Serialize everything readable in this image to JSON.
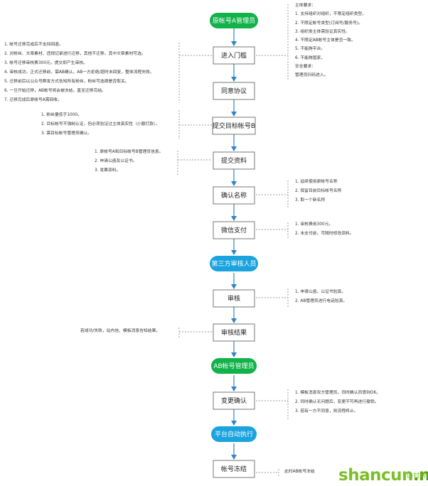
{
  "nodes": {
    "start": "原帐号A管理员",
    "enter": "进入门槛",
    "agree": "同意协议",
    "submit_target": "提交目标帐号B",
    "submit_docs": "提交资料",
    "confirm_name": "确认名称",
    "wechat_pay": "微信支付",
    "third_party": "第三方审核人员",
    "review": "审核",
    "review_result": "审核结果",
    "ab_admin": "AB帐号管理员",
    "change_confirm": "变更确认",
    "platform_auto": "平台自动执行",
    "freeze": "帐号冻结"
  },
  "notes": {
    "enter_left": [
      "1. 帐号迁移完成后不支持回退。",
      "2. 对粉丝、文章素材、违规记录进行迁移，其他不迁移。其中文章素材可选。",
      "3. 帐号迁移审核费300元，提交即产生审核。",
      "4. 审核成功，正式迁移前，需AB确认。AB一方拒绝/超时未回复，整体流程失败。",
      "5. 迁移前后以公众号群发方式告知所有粉丝，粉丝可选择是否取关。",
      "6. 一旦开始迁移，AB帐号将会被冻结，直至迁移完结。",
      "7. 迁移完成后原帐号A需回收。"
    ],
    "enter_right": [
      "主体要求：",
      "1. 支持组织对组织，不限定组织类型。",
      "2. 不限定帐号类型(订阅号/服务号)。",
      "3. 组织类主体需验证真实性。",
      "4. 不限定AB帐号主体是否一致。",
      "5. 不能跨平台。",
      "6. 不能跨国家。",
      "安全要求：",
      "管理员扫码进入。"
    ],
    "target_left": [
      "1. 粉丝量低于1000。",
      "2. 目标帐号不强制认证，但必须验证过主体真实性（小额打款）。",
      "3. 需目标帐号管理员确认。"
    ],
    "docs_left": [
      "1. 原帐号A和目标帐号B管理员信息。",
      "2. 申请公函及公证书。",
      "3. 发票资料。"
    ],
    "name_right": [
      "1. 延续使用原帐号名称",
      "2. 保留目前目标帐号名称",
      "3. 取一个新名称"
    ],
    "pay_right": [
      "1. 审核费用300元。",
      "2. 未支付前，可随时修改资料。"
    ],
    "review_right": [
      "1. 申请公函、公证书验真。",
      "2. AB管理员进行电话验真。"
    ],
    "result_left": [
      "若成功/失败，站内信、模板消息告知结果。"
    ],
    "change_right": [
      "1. 模板消息双方管理员，同时确认同意则OK。",
      "2. 同时确认无问题后，变更不可再进行撤销。",
      "3. 若有一方不同意，则流程终止。"
    ],
    "freeze_right": [
      "此时AB帐号冻结"
    ]
  },
  "watermark": {
    "brand": "shancun",
    "tld": ".net",
    "cn": "山村网"
  },
  "colors": {
    "start": "#11b24a",
    "third_party": "#1aa3df",
    "platform": "#1aa3df",
    "arrow": "#2f86c8",
    "box_stroke": "#555555",
    "watermark": "#7bbf2a"
  }
}
